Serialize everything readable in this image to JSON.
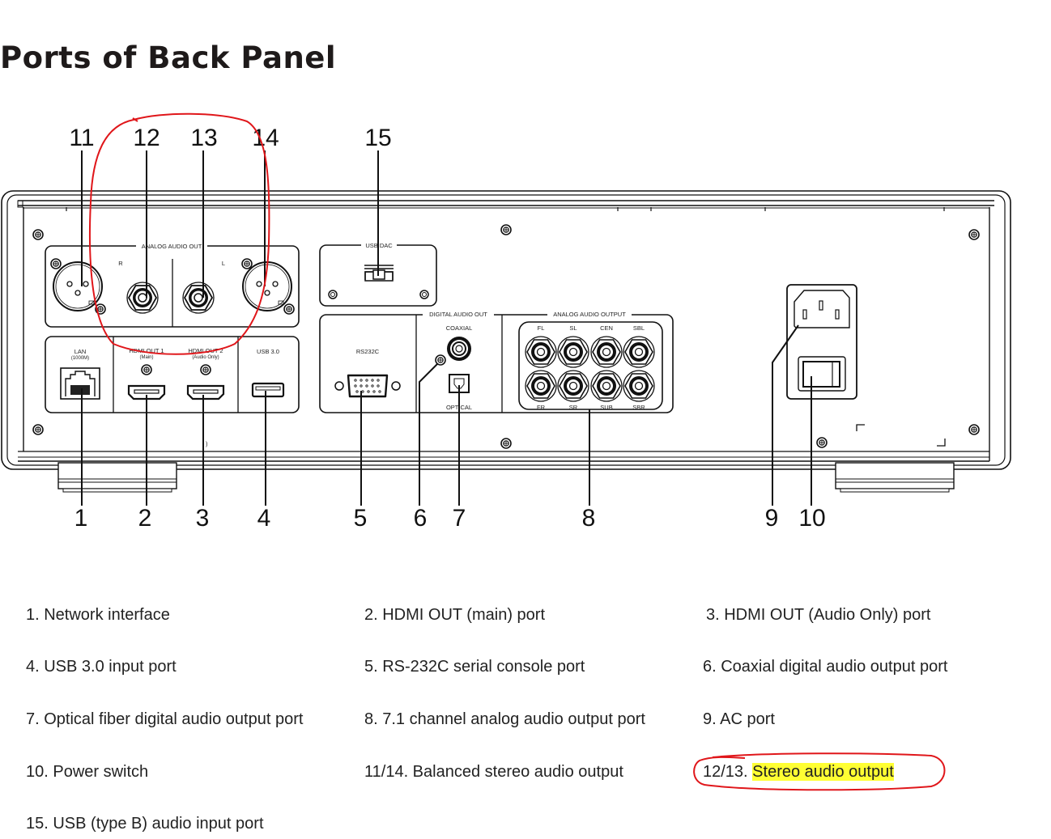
{
  "page": {
    "title": "Ports of Back Panel"
  },
  "diagram": {
    "callouts_top": [
      "11",
      "12",
      "13",
      "14",
      "15"
    ],
    "callouts_bottom": [
      "1",
      "2",
      "3",
      "4",
      "5",
      "6",
      "7",
      "8",
      "9",
      "10"
    ],
    "panel_labels": {
      "analog_audio_out": "ANALOG AUDIO OUT",
      "right": "R",
      "left": "L",
      "usb_dac": "USB DAC",
      "lan": "LAN",
      "lan_speed": "(1000M)",
      "hdmi_out_1": "HDMI OUT 1",
      "hdmi_out_1_sub": "(Main)",
      "hdmi_out_2": "HDMI OUT 2",
      "hdmi_out_2_sub": "(Audio Only)",
      "usb_30": "USB 3.0",
      "rs232c": "RS232C",
      "digital_audio_out": "DIGITAL AUDIO OUT",
      "coaxial": "COAXIAL",
      "optical": "OPTICAL",
      "analog_audio_output": "ANALOG AUDIO OUTPUT",
      "channels_top": [
        "FL",
        "SL",
        "CEN",
        "SBL"
      ],
      "channels_bottom": [
        "FR",
        "SR",
        "SUB",
        "SBR"
      ]
    },
    "annotation_color": "#e0161a",
    "highlight_color": "#ffff33"
  },
  "descriptions": [
    {
      "text": "1. Network interface"
    },
    {
      "text": "2. HDMI OUT (main) port"
    },
    {
      "text": "3. HDMI OUT (Audio Only) port"
    },
    {
      "text": "4. USB 3.0 input port"
    },
    {
      "text": "5. RS-232C serial console port"
    },
    {
      "text": "6. Coaxial digital audio output port"
    },
    {
      "text": "7. Optical fiber digital audio output port"
    },
    {
      "text": "8. 7.1 channel analog audio output port"
    },
    {
      "text": "9. AC port"
    },
    {
      "text": "10. Power switch"
    },
    {
      "text": "11/14. Balanced stereo audio output"
    },
    {
      "prefix": "12/13. ",
      "highlighted": "Stereo audio output"
    },
    {
      "text": "15. USB (type B) audio input port"
    }
  ]
}
